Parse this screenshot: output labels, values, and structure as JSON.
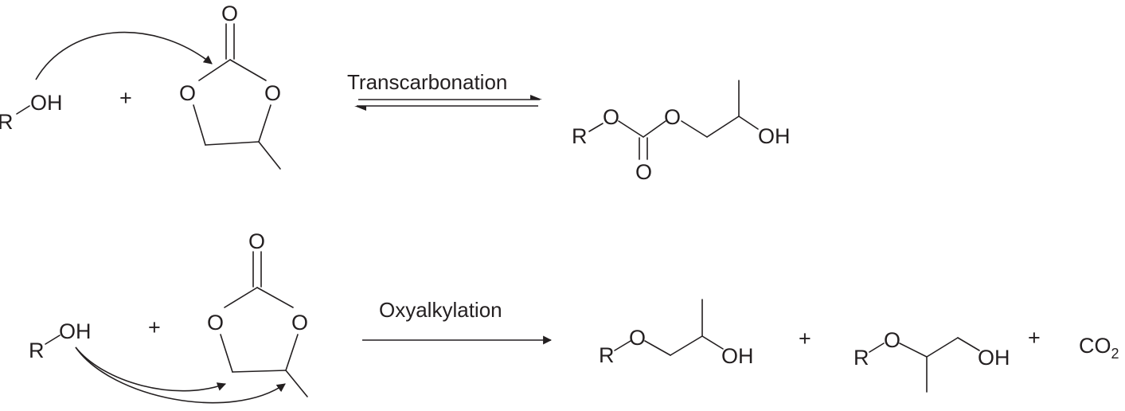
{
  "reaction_1": {
    "condition": "Transcarbonation",
    "plus": "+",
    "alcohol": {
      "r": "R",
      "oh": "OH"
    },
    "carbonate": {
      "o_carbonyl": "O",
      "o_left": "O",
      "o_right": "O"
    },
    "product": {
      "r": "R",
      "o1": "O",
      "o2": "O",
      "o_carbonyl": "O",
      "oh": "OH"
    }
  },
  "reaction_2": {
    "condition": "Oxyalkylation",
    "plus_reactants": "+",
    "plus_products_1": "+",
    "plus_products_2": "+",
    "alcohol": {
      "r": "R",
      "oh": "OH"
    },
    "carbonate": {
      "o_carbonyl": "O",
      "o_left": "O",
      "o_right": "O"
    },
    "product_1": {
      "r": "R",
      "o": "O",
      "oh": "OH"
    },
    "product_2": {
      "r": "R",
      "o": "O",
      "oh": "OH"
    },
    "byproduct": {
      "main": "CO",
      "subscript": "2"
    }
  }
}
